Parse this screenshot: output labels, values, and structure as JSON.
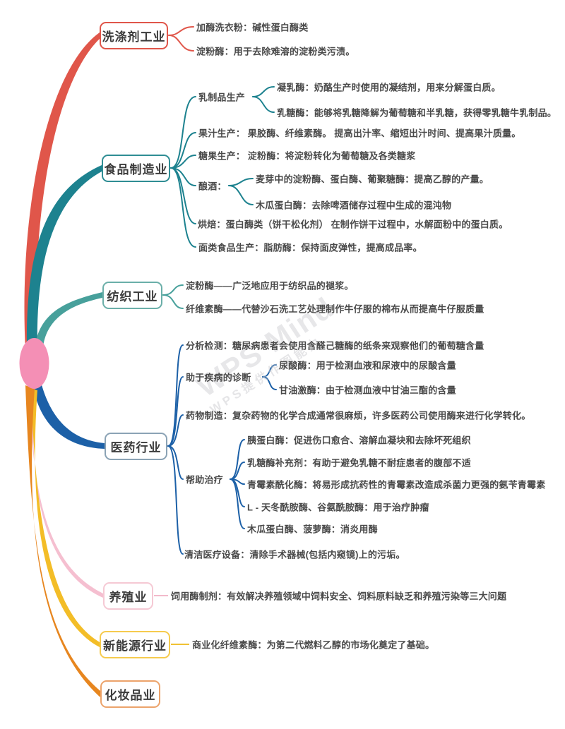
{
  "watermark": {
    "main": "WPS Mind",
    "sub": "WPS提供作图能力"
  },
  "root": {
    "label": "",
    "color": "#F48FB5"
  },
  "branches": [
    {
      "label": "洗涤剂工业",
      "color": "#E0564A",
      "children": [
        {
          "text": "加酶洗衣粉：碱性蛋白酶类"
        },
        {
          "text": "淀粉酶：用于去除难溶的淀粉类污渍。"
        }
      ]
    },
    {
      "label": "食品制造业",
      "color": "#2F8D94",
      "children": [
        {
          "text": "乳制品生产",
          "children": [
            {
              "text": "凝乳酶：奶酪生产时使用的凝结剂，用来分解蛋白质。"
            },
            {
              "text": "乳糖酶：能够将乳糖降解为葡萄糖和半乳糖，获得零乳糖牛乳制品。"
            }
          ]
        },
        {
          "text": "果汁生产： 果胶酶、纤维素酶。 提高出汁率、缩短出汁时间、提高果汁质量。"
        },
        {
          "text": "糖果生产： 淀粉酶：将淀粉转化为葡萄糖及各类糖浆"
        },
        {
          "text": "酿酒：",
          "children": [
            {
              "text": "麦芽中的淀粉酶、蛋白酶、葡聚糖酶：提高乙醇的产量。"
            },
            {
              "text": "木瓜蛋白酶：去除啤酒储存过程中生成的混沌物"
            }
          ]
        },
        {
          "text": "烘焙：蛋白酶类（饼干松化剂） 在制作饼干过程中，水解面粉中的蛋白质。"
        },
        {
          "text": "面类食品生产：脂肪酶：保持面皮弹性，提高成品率。"
        }
      ]
    },
    {
      "label": "纺织工业",
      "color": "#47A09B",
      "children": [
        {
          "text": "淀粉酶——广泛地应用于纺织品的褪浆。"
        },
        {
          "text": "纤维素酶——代替沙石洗工艺处理制作牛仔服的棉布从而提高牛仔服质量"
        }
      ]
    },
    {
      "label": "医药行业",
      "color": "#1C60A7",
      "children": [
        {
          "text": "分析检测：糖尿病患者会使用含醛己糖酶的纸条来观察他们的葡萄糖含量"
        },
        {
          "text": "助于疾病的诊断",
          "children": [
            {
              "text": "尿酸酶：用于检测血液和尿液中的尿酸含量"
            },
            {
              "text": "甘油激酶：由于检测血液中甘油三酯的含量"
            }
          ]
        },
        {
          "text": "药物制造：复杂药物的化学合成通常很麻烦，许多医药公司使用酶来进行化学转化。"
        },
        {
          "text": "帮助治疗",
          "children": [
            {
              "text": "胰蛋白酶：促进伤口愈合、溶解血凝块和去除坏死组织"
            },
            {
              "text": "乳糖酶补充剂：有助于避免乳糖不耐症患者的腹部不适"
            },
            {
              "text": "青霉素酰化酶：将易形成抗药性的青霉素改造成杀菌力更强的氨苄青霉素"
            },
            {
              "text": "L - 天冬酰胺酶、谷氨酰胺酶：用于治疗肿瘤"
            },
            {
              "text": "木瓜蛋白酶、菠萝酶：消炎用酶"
            }
          ]
        },
        {
          "text": "清洁医疗设备：清除手术器械(包括内窥镜)上的污垢。"
        }
      ]
    },
    {
      "label": "养殖业",
      "color": "#F5C9D4",
      "children": [
        {
          "text": "饲用酶制剂：有效解决养殖领域中饲料安全、饲料原料缺乏和养殖污染等三大问题"
        }
      ]
    },
    {
      "label": "新能源行业",
      "color": "#F6CB4E",
      "children": [
        {
          "text": "商业化纤维素酶：为第二代燃料乙醇的市场化奠定了基础。"
        }
      ]
    },
    {
      "label": "化妆品业",
      "color": "#ECA36B",
      "children": []
    }
  ]
}
